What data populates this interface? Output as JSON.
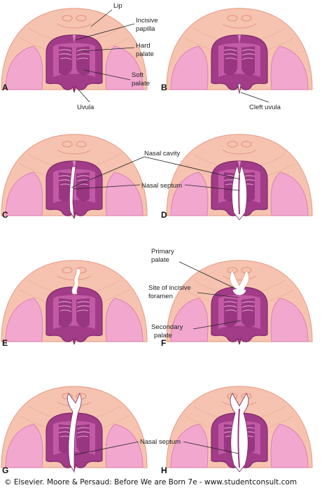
{
  "panels": [
    {
      "letter": "A",
      "cleft": "none"
    },
    {
      "letter": "B",
      "cleft": "uvula"
    },
    {
      "letter": "C",
      "cleft": "full-left"
    },
    {
      "letter": "D",
      "cleft": "full-bilateral"
    },
    {
      "letter": "E",
      "cleft": "primary-left"
    },
    {
      "letter": "F",
      "cleft": "primary-bilateral"
    },
    {
      "letter": "G",
      "cleft": "complete-left"
    },
    {
      "letter": "H",
      "cleft": "complete-bilateral"
    }
  ],
  "labels": {
    "lip": "Lip",
    "incisive_papilla_1": "Incisive",
    "incisive_papilla_2": "papilla",
    "hard_palate_1": "Hard",
    "hard_palate_2": "palate",
    "soft_palate_1": "Soft",
    "soft_palate_2": "palate",
    "uvula": "Uvula",
    "cleft_uvula": "Cleft uvula",
    "nasal_cavity": "Nasal cavity",
    "nasal_septum_cd": "Nasal septum",
    "primary_palate_1": "Primary",
    "primary_palate_2": "palate",
    "incisive_foramen_1": "Site of incisive",
    "incisive_foramen_2": "foramen",
    "secondary_palate_1": "Secondary",
    "secondary_palate_2": "palate",
    "nasal_septum_gh": "Nasal septum"
  },
  "credit": "© Elsevier. Moore & Persaud: Before We are Born 7e - www.studentconsult.com",
  "colors": {
    "face": "#f6c3b0",
    "face_edge": "#e8a48e",
    "cheek": "#f2a7cf",
    "cheek_edge": "#d983b3",
    "palate": "#a23b88",
    "palate_mid": "#c25aa6",
    "palate_light": "#dd8ec7",
    "cleft": "#ffffff"
  }
}
